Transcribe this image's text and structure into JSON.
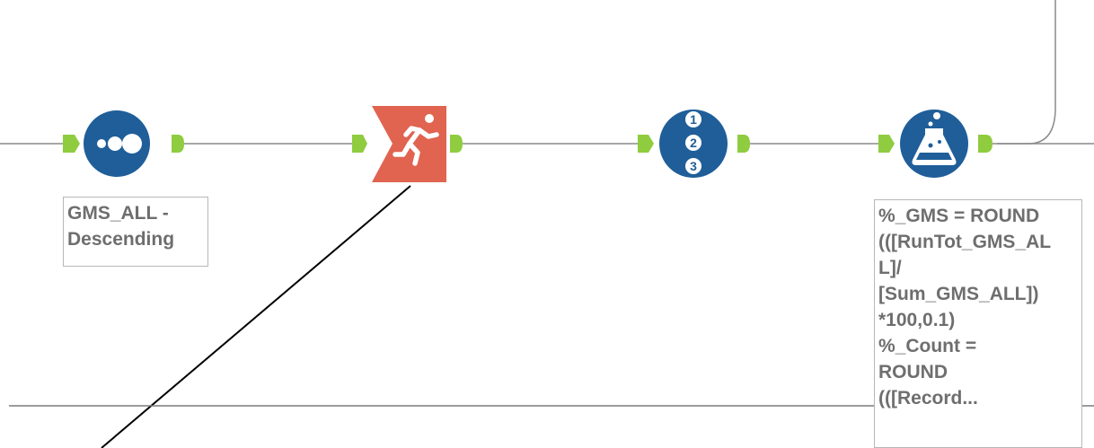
{
  "colors": {
    "connector": "#8a8a8a",
    "anchor": "#8fcc3f",
    "tool_blue": "#1f5e99",
    "tool_red": "#e06450",
    "annotation_border": "#b7b7b7",
    "annotation_text": "#6e6e6e",
    "line_black": "#000000"
  },
  "tools": [
    {
      "name": "sort-tool",
      "icon": "dots-icon"
    },
    {
      "name": "running-total-tool",
      "icon": "running-person-icon"
    },
    {
      "name": "record-id-tool",
      "icon": "numbered-list-icon",
      "glyphs": [
        "1",
        "2",
        "3"
      ]
    },
    {
      "name": "formula-tool",
      "icon": "flask-icon"
    }
  ],
  "annotations": {
    "sort": "GMS_ALL -\nDescending",
    "formula": "%_GMS = ROUND\n(([RunTot_GMS_AL\nL]/\n[Sum_GMS_ALL])\n*100,0.1)\n%_Count =\nROUND\n(([Record..."
  }
}
